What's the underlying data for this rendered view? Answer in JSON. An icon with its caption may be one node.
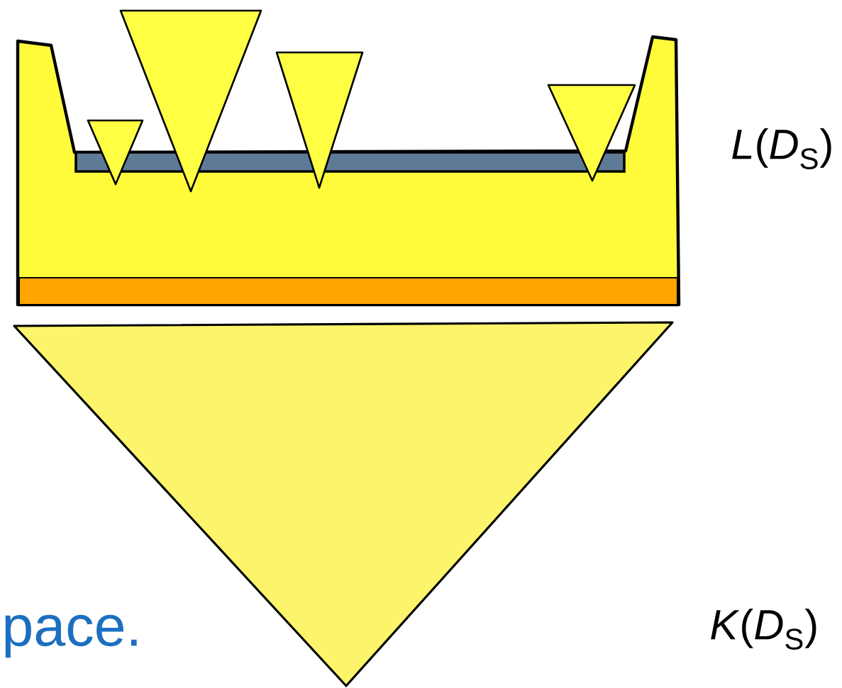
{
  "diagram": {
    "labels": [
      "*L*(*D*$_{S}$)",
      "*K*(*D*$_{S}$)",
      "pace."
    ]
  }
}
